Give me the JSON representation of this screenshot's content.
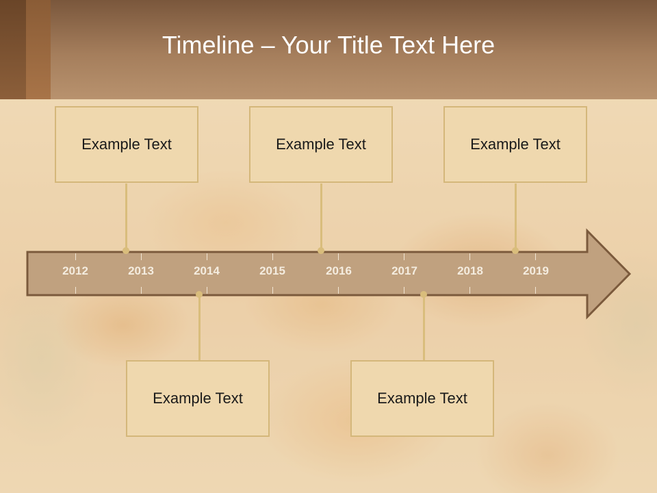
{
  "slide": {
    "title": "Timeline – Your Title Text Here"
  },
  "timeline": {
    "years": [
      "2012",
      "2013",
      "2014",
      "2015",
      "2016",
      "2017",
      "2018",
      "2019"
    ],
    "top_boxes": [
      {
        "text": "Example Text"
      },
      {
        "text": "Example Text"
      },
      {
        "text": "Example Text"
      }
    ],
    "bottom_boxes": [
      {
        "text": "Example Text"
      },
      {
        "text": "Example Text"
      }
    ]
  },
  "colors": {
    "header": "#a57e5c",
    "box_fill": "#efd8ae",
    "box_border": "#d4b77a",
    "arrow_fill": "#c0a17f",
    "arrow_border": "#7b5a3c",
    "connector": "#d9bd7c"
  }
}
